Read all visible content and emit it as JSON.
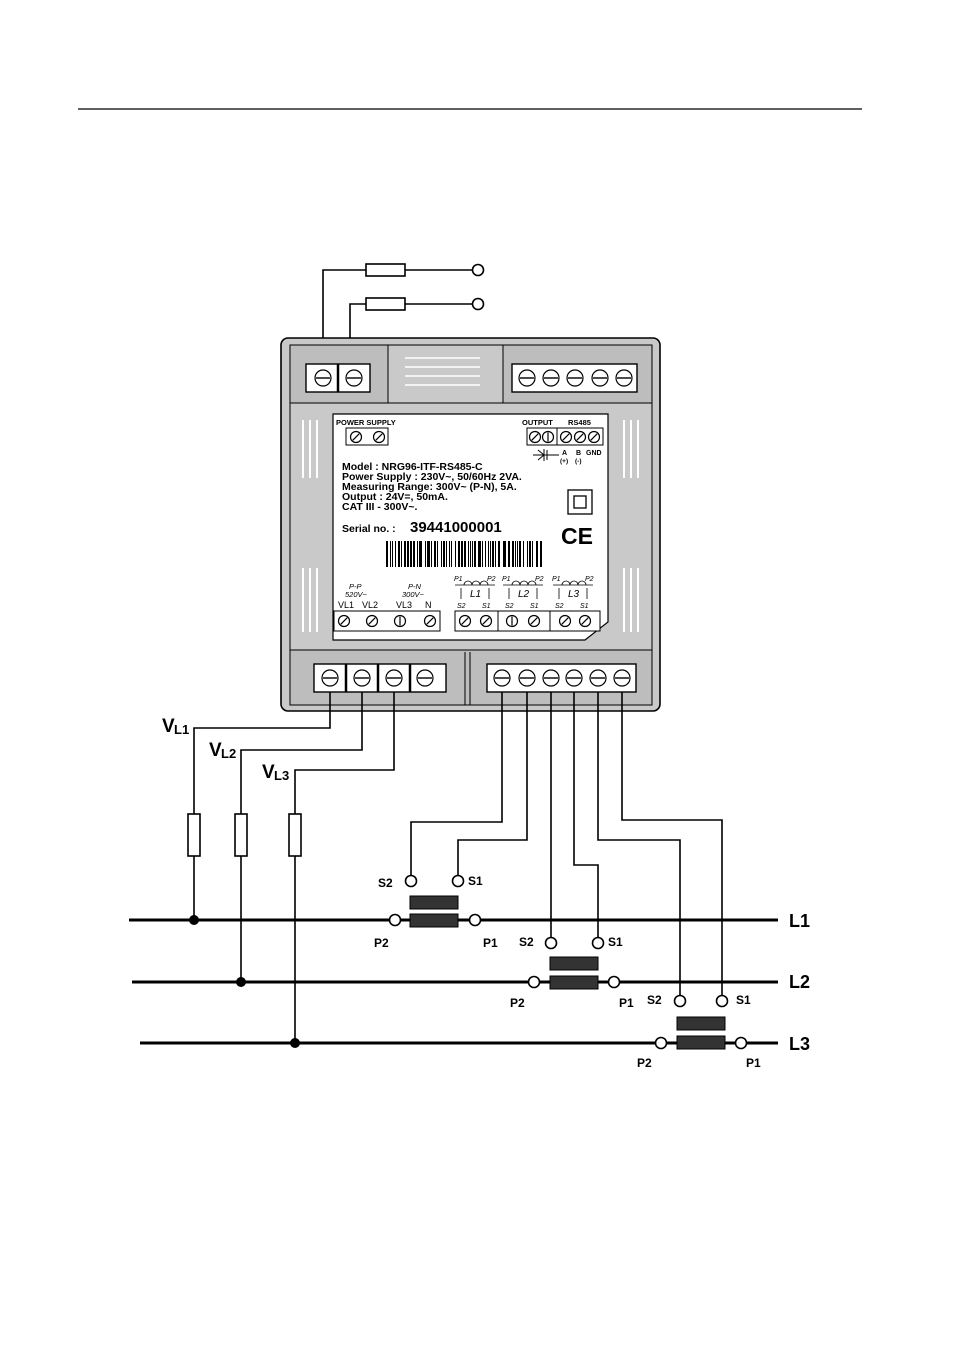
{
  "device": {
    "power_supply_label": "POWER SUPPLY",
    "output_label": "OUTPUT",
    "rs485_label": "RS485",
    "rs485_pins": {
      "a": "A",
      "b": "B",
      "gnd": "GND",
      "a_pol": "(+)",
      "b_pol": "(-)"
    },
    "spec_lines": [
      "Model : NRG96-ITF-RS485-C",
      "Power Supply : 230V~, 50/60Hz 2VA.",
      "Measuring Range: 300V~ (P-N), 5A.",
      "Output : 24V=, 50mA.",
      "CAT III - 300V~."
    ],
    "serial_label": "Serial no. :",
    "serial_value": "39441000001",
    "ce_mark": "CE",
    "voltage_terminals": {
      "pp_label": "P-P",
      "pp_value": "520V~",
      "pn_label": "P-N",
      "pn_value": "300V~",
      "vl1": "VL1",
      "vl2": "VL2",
      "vl3": "VL3",
      "n": "N"
    },
    "ct_blocks": [
      {
        "line": "L1",
        "p1": "P1",
        "p2": "P2",
        "s2": "S2",
        "s1": "S1"
      },
      {
        "line": "L2",
        "p1": "P1",
        "p2": "P2",
        "s2": "S2",
        "s1": "S1"
      },
      {
        "line": "L3",
        "p1": "P1",
        "p2": "P2",
        "s2": "S2",
        "s1": "S1"
      }
    ]
  },
  "wiring": {
    "voltage_labels": [
      {
        "main": "V",
        "sub": "L1"
      },
      {
        "main": "V",
        "sub": "L2"
      },
      {
        "main": "V",
        "sub": "L3"
      }
    ],
    "line_labels": [
      "L1",
      "L2",
      "L3"
    ],
    "ct_labels": [
      {
        "s2": "S2",
        "s1": "S1",
        "p2": "P2",
        "p1": "P1"
      },
      {
        "s2": "S2",
        "s1": "S1",
        "p2": "P2",
        "p1": "P1"
      },
      {
        "s2": "S2",
        "s1": "S1",
        "p2": "P2",
        "p1": "P1"
      }
    ]
  }
}
